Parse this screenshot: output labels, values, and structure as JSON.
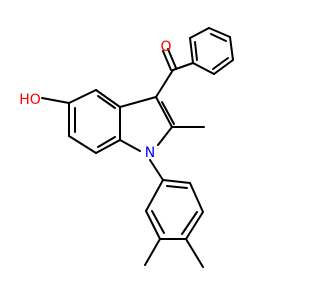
{
  "atoms": {
    "carbonyl_oxygen": {
      "symbol": "O",
      "color": "#ff0000"
    },
    "hydroxyl": {
      "symbol": "HO",
      "color": "#ff0000"
    },
    "indole_nitrogen": {
      "symbol": "N",
      "color": "#0000ff"
    }
  },
  "bond_color": "#000000",
  "background": "#ffffff"
}
